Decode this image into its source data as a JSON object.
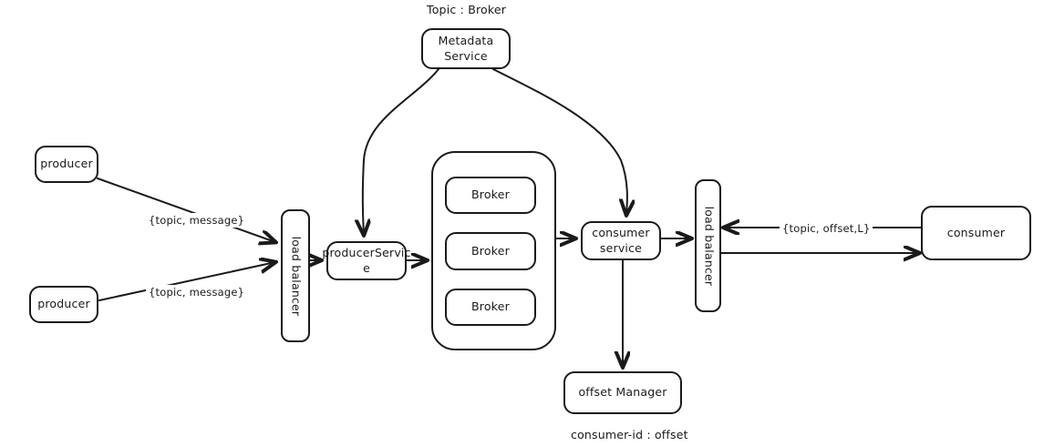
{
  "diagram": {
    "title_label": "Topic : Broker",
    "footer_label": "consumer-id : offset",
    "accent_color": "#1a1a1a",
    "background_color": "#ffffff",
    "nodes": {
      "metadata_service": "Metadata\nService",
      "producer_top": "producer",
      "producer_bottom": "producer",
      "load_balancer_left": "load balancer",
      "producer_service": "producerServic\ne",
      "broker_1": "Broker",
      "broker_2": "Broker",
      "broker_3": "Broker",
      "consumer_service": "consumer\nservice",
      "load_balancer_right": "load balancer",
      "consumer": "consumer",
      "offset_manager": "offset Manager"
    },
    "edge_labels": {
      "producer_top_to_lb": "{topic, message}",
      "producer_bottom_to_lb": "{topic, message}",
      "consumer_request": "{topic, offset,L}"
    }
  }
}
